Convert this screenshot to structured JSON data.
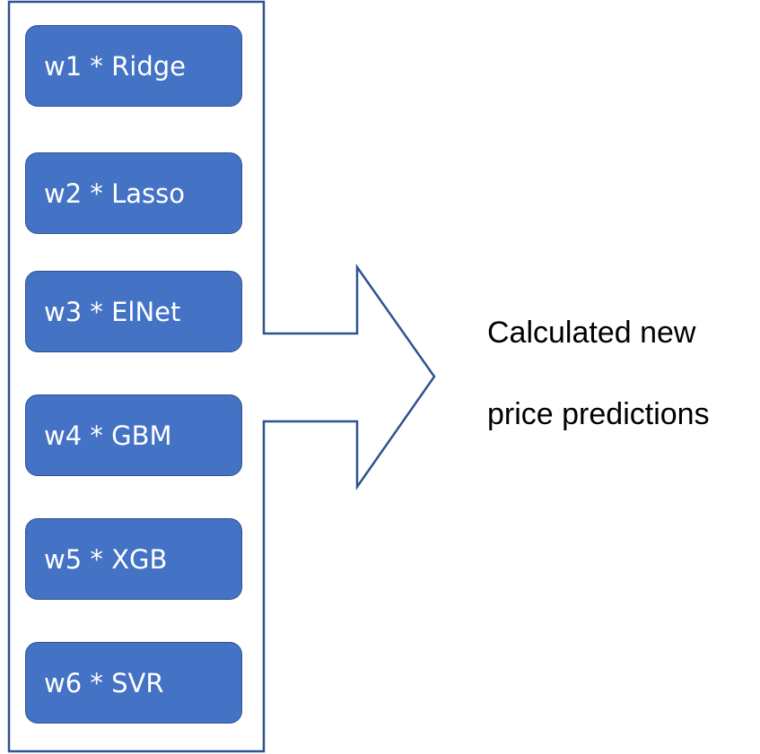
{
  "colors": {
    "box_fill": "#4472c4",
    "box_border": "#2f528f",
    "outline": "#2f528f",
    "text_on_box": "#ffffff",
    "result_text": "#000000"
  },
  "models": [
    {
      "label": "w1 * Ridge"
    },
    {
      "label": "w2 * Lasso"
    },
    {
      "label": "w3 * ElNet"
    },
    {
      "label": "w4 * GBM"
    },
    {
      "label": "w5 * XGB"
    },
    {
      "label": "w6 * SVR"
    }
  ],
  "result": {
    "line1": "Calculated new",
    "line2": "price predictions"
  }
}
